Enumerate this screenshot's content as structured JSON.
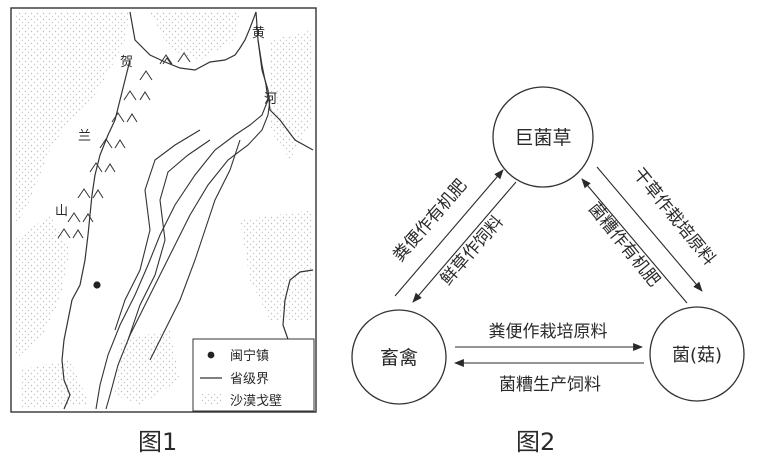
{
  "fig1": {
    "caption": "图1",
    "mountain_label": "贺兰山",
    "river_label": "黄河",
    "legend": [
      {
        "symbol": "dot",
        "label": "闽宁镇"
      },
      {
        "symbol": "line",
        "label": "省级界"
      },
      {
        "symbol": "stipple",
        "label": "沙漠戈壁"
      }
    ]
  },
  "fig2": {
    "caption": "图2",
    "nodes": {
      "top": "巨菌草",
      "left": "畜禽",
      "right": "菌(菇)"
    },
    "edges": {
      "left_outer": "粪便作有机肥",
      "left_inner": "鲜草作饲料",
      "right_outer": "干草作栽培原料",
      "right_inner": "菌糟作有机肥",
      "bottom_top": "粪便作栽培原料",
      "bottom_bottom": "菌糟生产饲料"
    }
  }
}
